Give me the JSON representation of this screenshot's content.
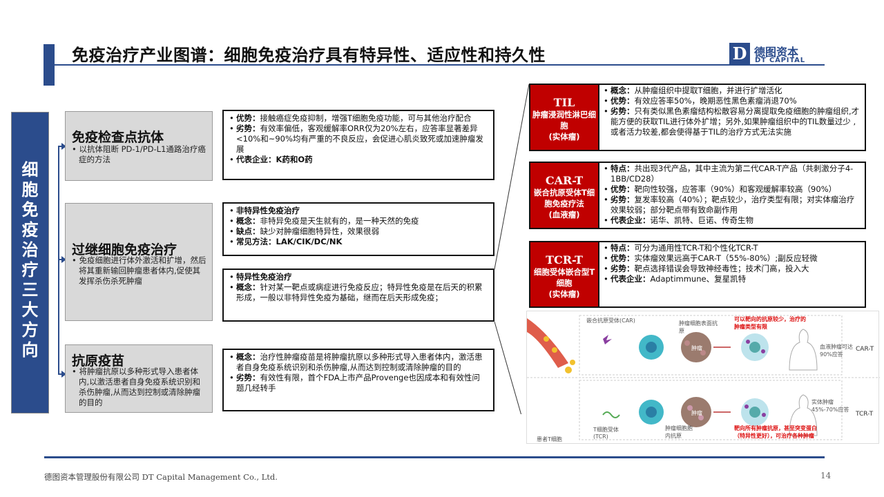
{
  "title": "免疫治疗产业图谱：细胞免疫治疗具有特异性、适应性和持久性",
  "logo": {
    "mark": "D",
    "name_cn": "德图资本",
    "name_en": "DT CAPITAL"
  },
  "side_label": "细胞免疫治疗三大方向",
  "directions": [
    {
      "heading": "免疫检查点抗体",
      "desc": "以抗体阻断 PD-1/PD-L1通路治疗癌症的方法"
    },
    {
      "heading": "过继细胞免疫治疗",
      "desc": "免疫细胞进行体外激活和扩增，然后将其重新输回肿瘤患者体内,促使其发挥杀伤杀死肿瘤"
    },
    {
      "heading": "抗原疫苗",
      "desc": "将肿瘤抗原以多种形式导入患者体内,以激活患者自身免疫系统识别和杀伤肿瘤,从而达到控制或清除肿瘤的目的"
    }
  ],
  "detail_boxes": [
    {
      "items": [
        {
          "label": "优势：",
          "text": "接触癌症免疫抑制，增强T细胞免疫功能，可与其他治疗配合"
        },
        {
          "label": "劣势：",
          "text": "有效率偏低，客观缓解率ORR仅为20%左右，应答率显著差异<10%和~90%均有严重的不良反应，会促进心肌炎致死或加速肿瘤发展"
        },
        {
          "label": "代表企业：",
          "text": "K药和O药",
          "bold_text": true
        }
      ]
    },
    {
      "items": [
        {
          "label": "非特异性免疫治疗",
          "text": ""
        },
        {
          "label": "概念：",
          "text": "非特异免疫是天生就有的，是一种天然的免疫"
        },
        {
          "label": "缺点：",
          "text": "缺少对肿瘤细胞特异性，效果很弱"
        },
        {
          "label": "常见方法：",
          "text": "LAK/CIK/DC/NK",
          "bold_text": true
        }
      ]
    },
    {
      "items": [
        {
          "label": "特异性免疫治疗",
          "text": ""
        },
        {
          "label": "概念：",
          "text": "针对某一靶点或病症进行免疫反应；特异性免疫是在后天的积累形成，一般以非特异性免疫为基础，继而在后天形成免疫；"
        }
      ]
    },
    {
      "items": [
        {
          "label": "概念：",
          "text": "治疗性肿瘤疫苗是将肿瘤抗原以多种形式导入患者体内，激活患者自身免疫系统识别和杀伤肿瘤,从而达到控制或清除肿瘤的目的"
        },
        {
          "label": "劣势：",
          "text": "有效性有限，首个FDA上市产品Provenge也因成本和有效性问题几经转手"
        }
      ]
    }
  ],
  "therapies": [
    {
      "name": "TIL",
      "sub": "肿瘤浸润性淋巴细胞",
      "type": "(实体瘤)",
      "items": [
        {
          "label": "概念：",
          "text": "从肿瘤组织中提取T细胞，并进行扩增活化"
        },
        {
          "label": "优势：",
          "text": "有效应答率50%，晚期恶性黑色素瘤消退70%"
        },
        {
          "label": "劣势：",
          "text": "只有类似黑色素瘤结构松散容易分离提取免疫细胞的肿瘤组织,才能方便的获取TIL进行体外扩增；另外,如果肿瘤组织中的TIL数量过少 ,或者活力较差,都会使得基于TIL的治疗方式无法实施"
        }
      ]
    },
    {
      "name": "CAR-T",
      "sub": "嵌合抗原受体T细胞免疫疗法",
      "type": "(血液瘤)",
      "items": [
        {
          "label": "特点：",
          "text": "共出现3代产品，其中主流为第二代CAR-T产品（共刺激分子4-1BB/CD28）"
        },
        {
          "label": "优势：",
          "text": "靶向性较强，应答率（90%）和客观缓解率较高（90%）"
        },
        {
          "label": "劣势：",
          "text": "复发率较高（40%）；靶点较少，治疗类型有限；对实体瘤治疗效果较弱；部分靶点带有致命副作用"
        },
        {
          "label": "代表企业：",
          "text": "诺华、凯特、巨诺、传奇生物"
        }
      ]
    },
    {
      "name": "TCR-T",
      "sub": "细胞受体嵌合型T细胞",
      "type": "(实体瘤)",
      "items": [
        {
          "label": "特点：",
          "text": "可分为通用性TCR-T和个性化TCR-T"
        },
        {
          "label": "优势：",
          "text": "实体瘤效果远高于CAR-T（55%-80%）;副反应轻微"
        },
        {
          "label": "劣势：",
          "text": "靶点选择错误会导致神经毒性；技术门高，投入大"
        },
        {
          "label": "代表企业：",
          "text": "Adaptimmune、复星凯特"
        }
      ]
    }
  ],
  "illustration": {
    "car_receptor": "嵌合抗原受体(CAR)",
    "tumor_antigen": "肿瘤细胞表面抗原",
    "tumor": "肿瘤",
    "red_top": "可以靶向的抗原较少，治疗的肿瘤类型有限",
    "heme_rate": "血液肿瘤可达90%应答",
    "car_label": "CAR-T",
    "tcr_receptor": "T细胞受体(TCR)",
    "patient_t": "患者T细胞",
    "tumor_inner": "肿瘤细胞胞内抗原",
    "red_bottom": "靶向所有肿瘤抗原，甚至突变蛋白（特异性更好），可治疗各种肿瘤",
    "solid_rate": "实体肿瘤45%-70%应答",
    "tcr_label": "TCR-T"
  },
  "footer": "德图资本管理股份有限公司  DT Capital Management Co., Ltd.",
  "page_number": "14",
  "colors": {
    "brand_blue": "#2b4c8c",
    "therapy_red": "#c00000",
    "gray_box": "#d9d9d9"
  }
}
